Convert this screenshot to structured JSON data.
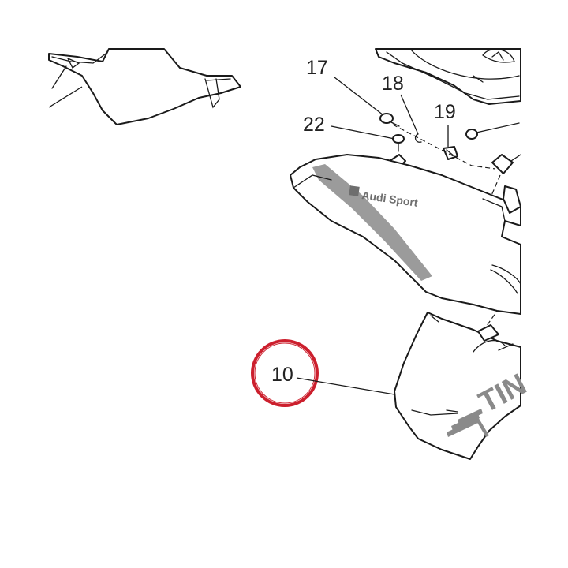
{
  "callouts": {
    "c17": "17",
    "c18": "18",
    "c19": "19",
    "c22": "22",
    "c10": "10"
  },
  "decals": {
    "brand": "Audi Sport",
    "side_text": "TIN"
  },
  "colors": {
    "line": "#1a1a1a",
    "highlight_circle": "#cc1f2d",
    "stripe": "#9b9b9b"
  }
}
